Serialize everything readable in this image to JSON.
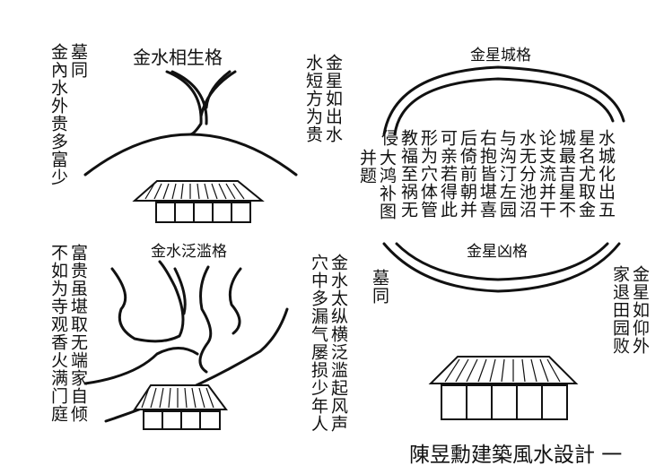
{
  "panels": {
    "top_left": {
      "title": "金水相生格",
      "note_left": [
        "墓同",
        "金內水外贵多富少"
      ],
      "note_right": [
        "金星如出水",
        "水短方为贵"
      ]
    },
    "bottom_left": {
      "title": "金水泛滥格",
      "note_left": [
        "富贵虽堪取无端家自倾",
        "不如为寺观香火满门庭"
      ],
      "note_right": [
        "金水太纵横泛滥起风声",
        "穴中多漏气屡损少年人"
      ]
    },
    "top_right": {
      "title": "金星城格",
      "paragraph": [
        "水城化出五",
        "星名尤取金",
        "城最吉星不",
        "论支流并干",
        "水无分池沼",
        "与沟汀左园",
        "右抱皆堪喜",
        "后倚前朝并",
        "可亲若得此",
        "形为穴体管",
        "教福至祸无",
        "侵"
      ],
      "figure_note": [
        "大鸿补图",
        "并题"
      ]
    },
    "bottom_right": {
      "title": "金星凶格",
      "note_left": [
        "墓同"
      ],
      "note_right": [
        "金星如仰外",
        "家退田园败"
      ]
    }
  },
  "caption": "陳昱勳建築風水設計 一"
}
